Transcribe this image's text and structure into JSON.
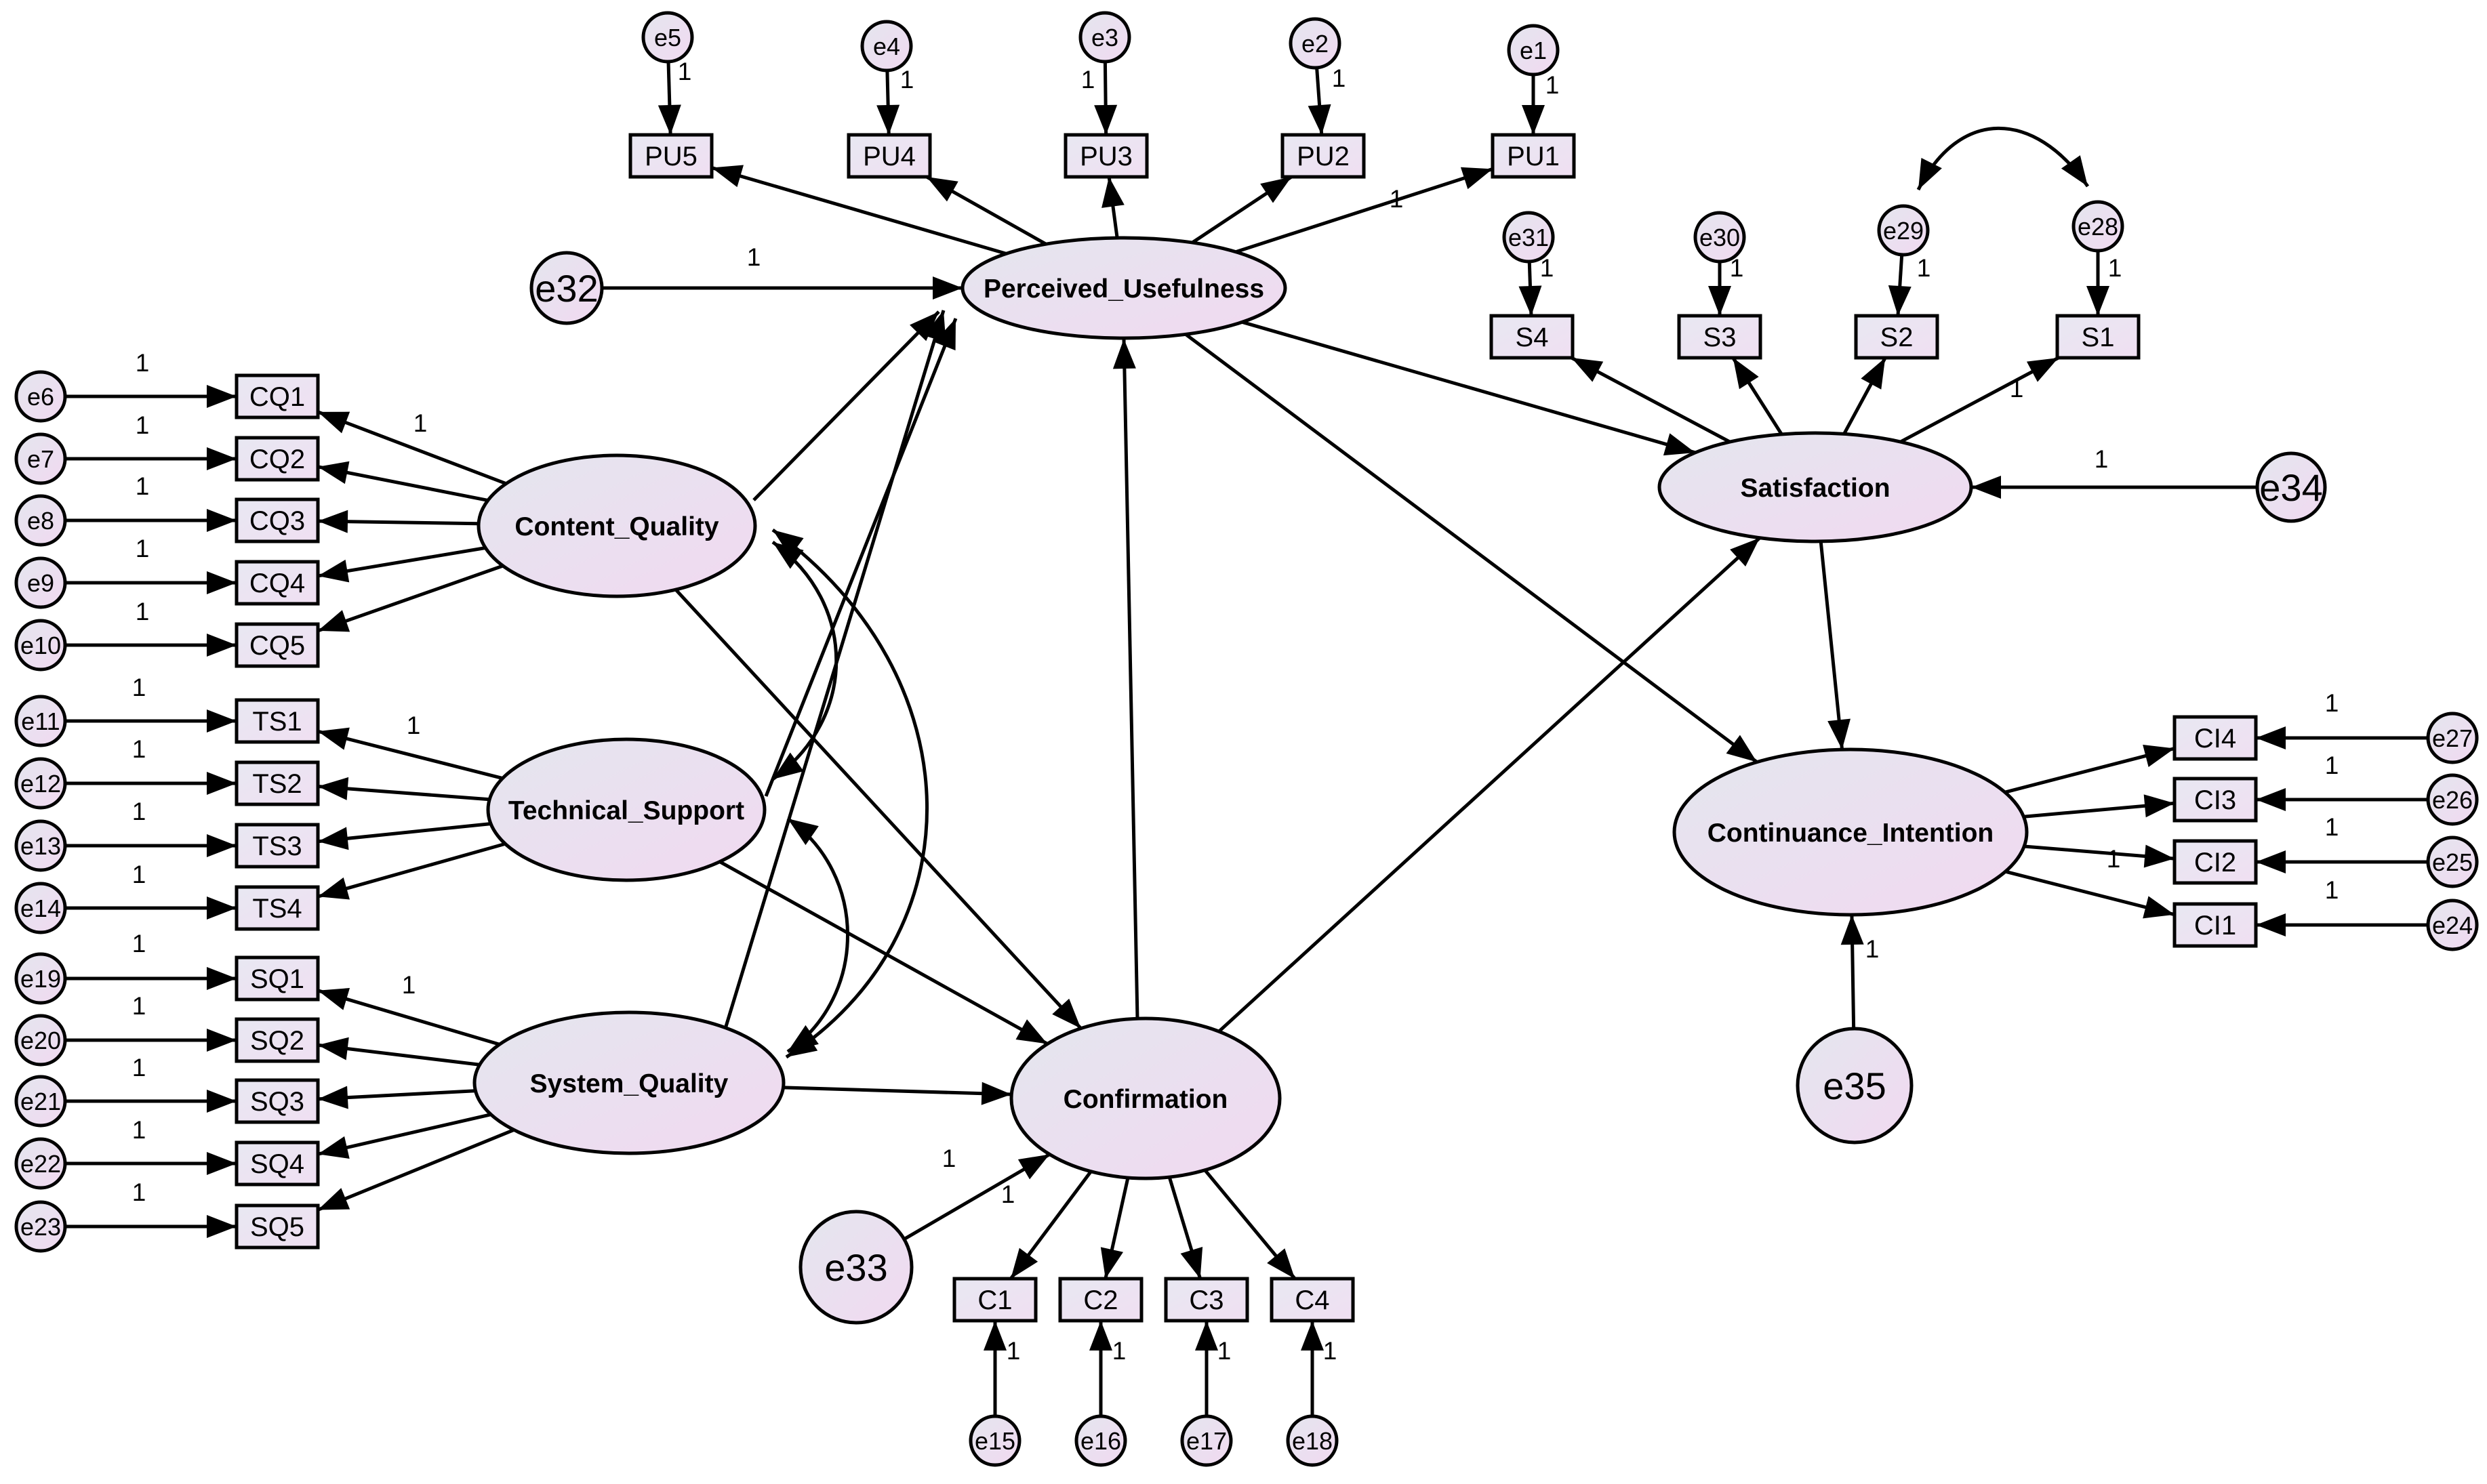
{
  "latent_variables": [
    {
      "id": "PU",
      "label": "Perceived_Usefulness"
    },
    {
      "id": "CQ",
      "label": "Content_Quality"
    },
    {
      "id": "TS",
      "label": "Technical_Support"
    },
    {
      "id": "SQ",
      "label": "System_Quality"
    },
    {
      "id": "CF",
      "label": "Confirmation"
    },
    {
      "id": "SAT",
      "label": "Satisfaction"
    },
    {
      "id": "CI",
      "label": "Continuance_Intention"
    }
  ],
  "observed_variables": [
    {
      "id": "PU5",
      "label": "PU5"
    },
    {
      "id": "PU4",
      "label": "PU4"
    },
    {
      "id": "PU3",
      "label": "PU3"
    },
    {
      "id": "PU2",
      "label": "PU2"
    },
    {
      "id": "PU1",
      "label": "PU1"
    },
    {
      "id": "CQ1",
      "label": "CQ1"
    },
    {
      "id": "CQ2",
      "label": "CQ2"
    },
    {
      "id": "CQ3",
      "label": "CQ3"
    },
    {
      "id": "CQ4",
      "label": "CQ4"
    },
    {
      "id": "CQ5",
      "label": "CQ5"
    },
    {
      "id": "TS1",
      "label": "TS1"
    },
    {
      "id": "TS2",
      "label": "TS2"
    },
    {
      "id": "TS3",
      "label": "TS3"
    },
    {
      "id": "TS4",
      "label": "TS4"
    },
    {
      "id": "SQ1",
      "label": "SQ1"
    },
    {
      "id": "SQ2",
      "label": "SQ2"
    },
    {
      "id": "SQ3",
      "label": "SQ3"
    },
    {
      "id": "SQ4",
      "label": "SQ4"
    },
    {
      "id": "SQ5",
      "label": "SQ5"
    },
    {
      "id": "C1",
      "label": "C1"
    },
    {
      "id": "C2",
      "label": "C2"
    },
    {
      "id": "C3",
      "label": "C3"
    },
    {
      "id": "C4",
      "label": "C4"
    },
    {
      "id": "S4",
      "label": "S4"
    },
    {
      "id": "S3",
      "label": "S3"
    },
    {
      "id": "S2",
      "label": "S2"
    },
    {
      "id": "S1",
      "label": "S1"
    },
    {
      "id": "CI4",
      "label": "CI4"
    },
    {
      "id": "CI3",
      "label": "CI3"
    },
    {
      "id": "CI2",
      "label": "CI2"
    },
    {
      "id": "CI1",
      "label": "CI1"
    }
  ],
  "error_terms": [
    {
      "id": "e1",
      "label": "e1",
      "indicator": "PU1"
    },
    {
      "id": "e2",
      "label": "e2",
      "indicator": "PU2"
    },
    {
      "id": "e3",
      "label": "e3",
      "indicator": "PU3"
    },
    {
      "id": "e4",
      "label": "e4",
      "indicator": "PU4"
    },
    {
      "id": "e5",
      "label": "e5",
      "indicator": "PU5"
    },
    {
      "id": "e6",
      "label": "e6",
      "indicator": "CQ1"
    },
    {
      "id": "e7",
      "label": "e7",
      "indicator": "CQ2"
    },
    {
      "id": "e8",
      "label": "e8",
      "indicator": "CQ3"
    },
    {
      "id": "e9",
      "label": "e9",
      "indicator": "CQ4"
    },
    {
      "id": "e10",
      "label": "e10",
      "indicator": "CQ5"
    },
    {
      "id": "e11",
      "label": "e11",
      "indicator": "TS1"
    },
    {
      "id": "e12",
      "label": "e12",
      "indicator": "TS2"
    },
    {
      "id": "e13",
      "label": "e13",
      "indicator": "TS3"
    },
    {
      "id": "e14",
      "label": "e14",
      "indicator": "TS4"
    },
    {
      "id": "e19",
      "label": "e19",
      "indicator": "SQ1"
    },
    {
      "id": "e20",
      "label": "e20",
      "indicator": "SQ2"
    },
    {
      "id": "e21",
      "label": "e21",
      "indicator": "SQ3"
    },
    {
      "id": "e22",
      "label": "e22",
      "indicator": "SQ4"
    },
    {
      "id": "e23",
      "label": "e23",
      "indicator": "SQ5"
    },
    {
      "id": "e15",
      "label": "e15",
      "indicator": "C1"
    },
    {
      "id": "e16",
      "label": "e16",
      "indicator": "C2"
    },
    {
      "id": "e17",
      "label": "e17",
      "indicator": "C3"
    },
    {
      "id": "e18",
      "label": "e18",
      "indicator": "C4"
    },
    {
      "id": "e31",
      "label": "e31",
      "indicator": "S4"
    },
    {
      "id": "e30",
      "label": "e30",
      "indicator": "S3"
    },
    {
      "id": "e29",
      "label": "e29",
      "indicator": "S2"
    },
    {
      "id": "e28",
      "label": "e28",
      "indicator": "S1"
    },
    {
      "id": "e27",
      "label": "e27",
      "indicator": "CI4"
    },
    {
      "id": "e26",
      "label": "e26",
      "indicator": "CI3"
    },
    {
      "id": "e25",
      "label": "e25",
      "indicator": "CI2"
    },
    {
      "id": "e24",
      "label": "e24",
      "indicator": "CI1"
    }
  ],
  "disturbances": [
    {
      "id": "e32",
      "label": "e32",
      "target": "PU"
    },
    {
      "id": "e33",
      "label": "e33",
      "target": "CF"
    },
    {
      "id": "e34",
      "label": "e34",
      "target": "SAT"
    },
    {
      "id": "e35",
      "label": "e35",
      "target": "CI"
    }
  ],
  "structural_paths": [
    {
      "from": "CQ",
      "to": "PU"
    },
    {
      "from": "TS",
      "to": "PU"
    },
    {
      "from": "SQ",
      "to": "PU"
    },
    {
      "from": "CQ",
      "to": "CF"
    },
    {
      "from": "TS",
      "to": "CF"
    },
    {
      "from": "SQ",
      "to": "CF"
    },
    {
      "from": "CF",
      "to": "PU"
    },
    {
      "from": "CF",
      "to": "SAT"
    },
    {
      "from": "PU",
      "to": "SAT"
    },
    {
      "from": "PU",
      "to": "CI"
    },
    {
      "from": "SAT",
      "to": "CI"
    }
  ],
  "covariances": [
    {
      "between": [
        "CQ",
        "TS"
      ]
    },
    {
      "between": [
        "CQ",
        "SQ"
      ]
    },
    {
      "between": [
        "TS",
        "SQ"
      ]
    },
    {
      "between": [
        "e29",
        "e28"
      ]
    }
  ],
  "fixed_weight": "1"
}
